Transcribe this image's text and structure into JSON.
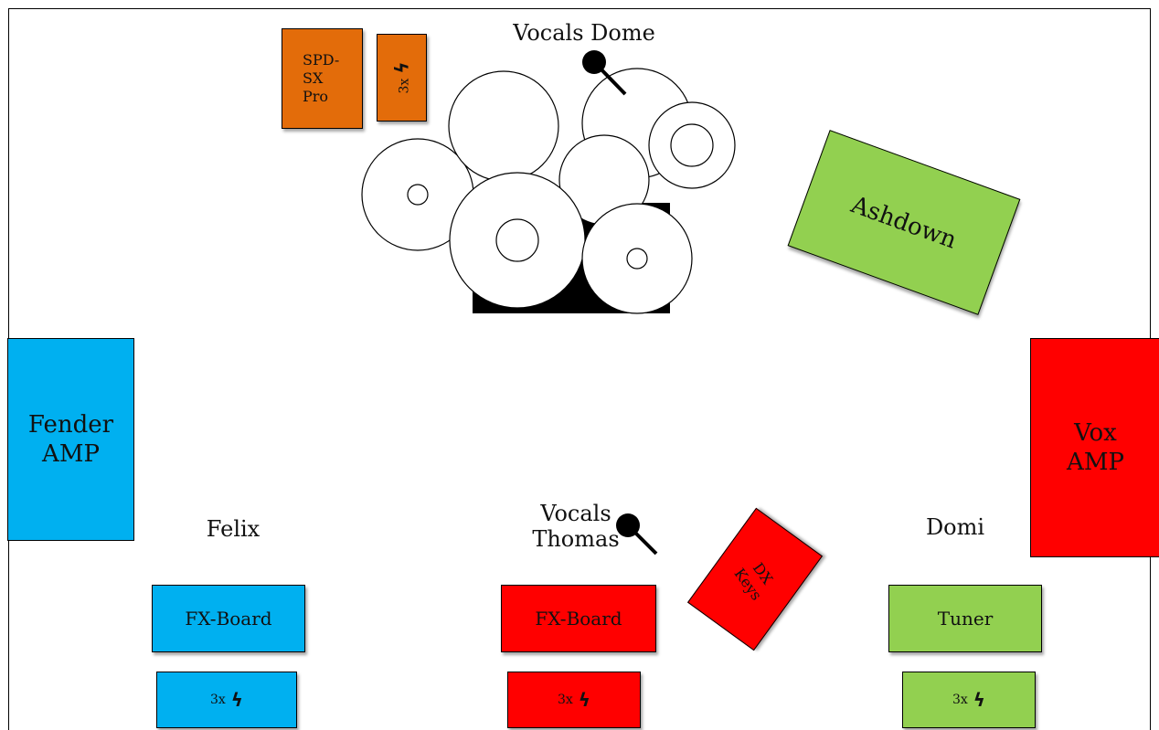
{
  "colors": {
    "orange": "#e36c0a",
    "blue": "#00b0f0",
    "red": "#ff0000",
    "green": "#92d050"
  },
  "labels": {
    "vocals_dome": "Vocals Dome",
    "vocals_thomas_line1": "Vocals",
    "vocals_thomas_line2": "Thomas",
    "felix": "Felix",
    "domi": "Domi"
  },
  "boxes": {
    "spd": {
      "line1": "SPD-",
      "line2": "SX",
      "line3": "Pro"
    },
    "drum_power": "3x",
    "ashdown": "Ashdown",
    "fender_amp": {
      "line1": "Fender",
      "line2": "AMP"
    },
    "vox_amp": {
      "line1": "Vox",
      "line2": "AMP"
    },
    "felix_fx": "FX-Board",
    "thomas_fx": "FX-Board",
    "domi_tuner": "Tuner",
    "dx_keys": {
      "line1": "DX",
      "line2": "Keys"
    },
    "felix_power": "3x",
    "thomas_power": "3x",
    "domi_power": "3x"
  },
  "icons": {
    "power": "lightning-bolt-icon",
    "mic": "microphone-icon"
  }
}
